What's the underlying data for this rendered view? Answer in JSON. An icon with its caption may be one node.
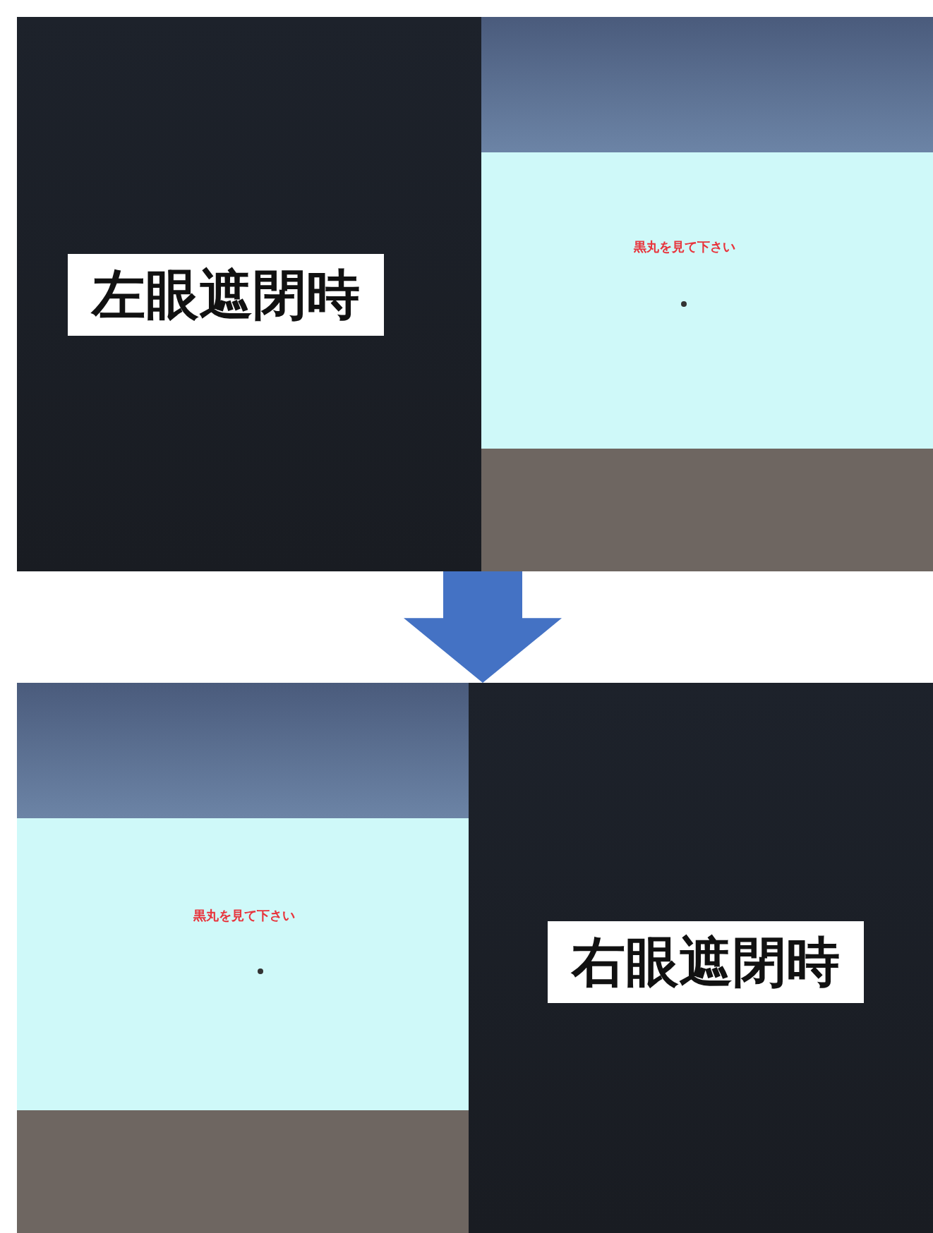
{
  "diagram": {
    "nodes": [
      {
        "text": [
          "左眼遮閉時",
          "黒丸を見て下さい"
        ]
      },
      {
        "text": [
          "黒丸を見て下さい",
          "右眼遮閉時"
        ]
      }
    ],
    "edges": [
      {
        "from": 0,
        "to": 1,
        "arrow": "to"
      }
    ]
  }
}
